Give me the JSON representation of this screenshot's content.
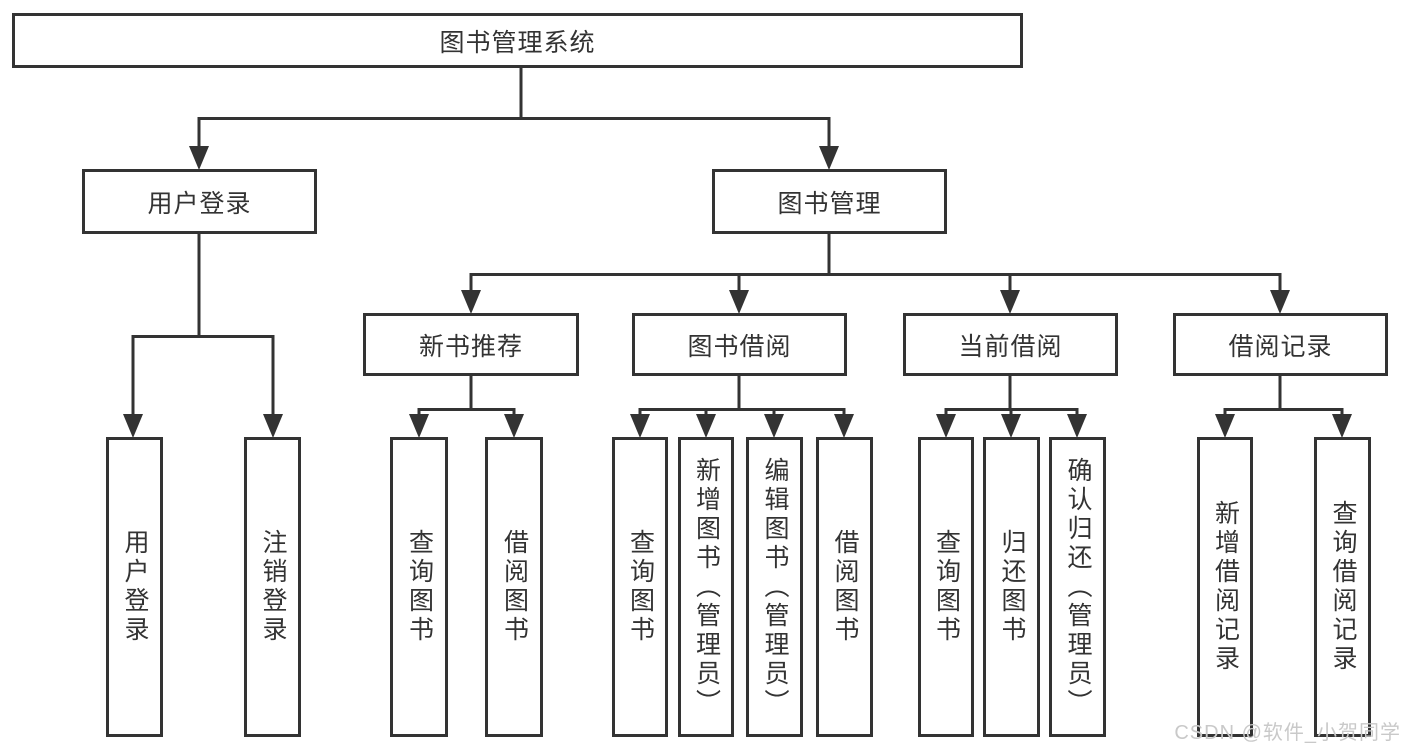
{
  "diagram": {
    "root": {
      "label": "图书管理系统"
    },
    "level2": {
      "userLogin": {
        "label": "用户登录"
      },
      "bookMgmt": {
        "label": "图书管理"
      }
    },
    "level3": {
      "newBooks": {
        "label": "新书推荐"
      },
      "bookBorrow": {
        "label": "图书借阅"
      },
      "currentBorrow": {
        "label": "当前借阅"
      },
      "borrowRecords": {
        "label": "借阅记录"
      }
    },
    "leaves": {
      "userLogin": [
        "用户登录",
        "注销登录"
      ],
      "newBooks": [
        "查询图书",
        "借阅图书"
      ],
      "bookBorrow": [
        "查询图书",
        "新增图书（管理员）",
        "编辑图书（管理员）",
        "借阅图书"
      ],
      "currentBorrow": [
        "查询图书",
        "归还图书",
        "确认归还（管理员）"
      ],
      "borrowRecords": [
        "新增借阅记录",
        "查询借阅记录"
      ]
    }
  },
  "watermark": "CSDN @软件_小贺同学",
  "colors": {
    "line": "#333333",
    "text": "#333333",
    "box_background": "#ffffff",
    "watermark": "#c9c9c9"
  }
}
